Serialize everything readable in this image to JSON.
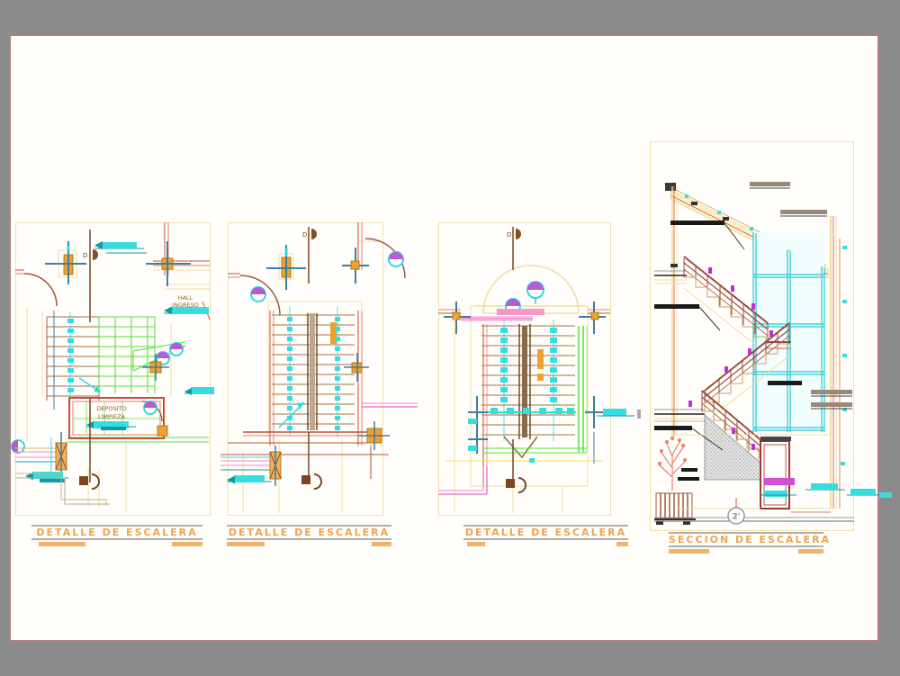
{
  "window": {
    "background_color": "#8a8a8a",
    "paper_color": "#fffefb",
    "paper_border_color": "#b28080"
  },
  "drawing": {
    "panels": [
      {
        "title": "DETALLE DE ESCALERA",
        "labels": {
          "hall_1": "HALL",
          "hall_2": "INGRESO",
          "room_1": "DEPOSITO",
          "room_2": "LIMPIEZA",
          "section_cut": "D"
        }
      },
      {
        "title": "DETALLE DE ESCALERA",
        "labels": {
          "section_cut": "D"
        }
      },
      {
        "title": "DETALLE DE ESCALERA",
        "labels": {
          "section_cut": "D"
        }
      },
      {
        "title": "SECCION DE ESCALERA",
        "labels": {
          "section_marker": "2'"
        }
      }
    ],
    "colors": {
      "panel_frame": "#f0e2a8",
      "title_text": "#f0a24e",
      "title_bar": "#f2b269",
      "title_rule": "#b0aeac",
      "wall_red": "#c24f3c",
      "wall_salmon": "#e08060",
      "section_line_brown": "#7a4520",
      "stair_green": "#55dd3a",
      "annotation_cyan": "#35dde0",
      "annotation_teal": "#0e9aa8",
      "dim_blue": "#3c7f9e",
      "column_orange": "#f0a030",
      "pink": "#f79ad2",
      "magenta": "#e93cc1",
      "grid_purple": "#b95ad9",
      "railing_maroon": "#9c4a3c",
      "glazing_cyan": "#25c8d8",
      "dim_black": "#1a1a1a"
    }
  }
}
